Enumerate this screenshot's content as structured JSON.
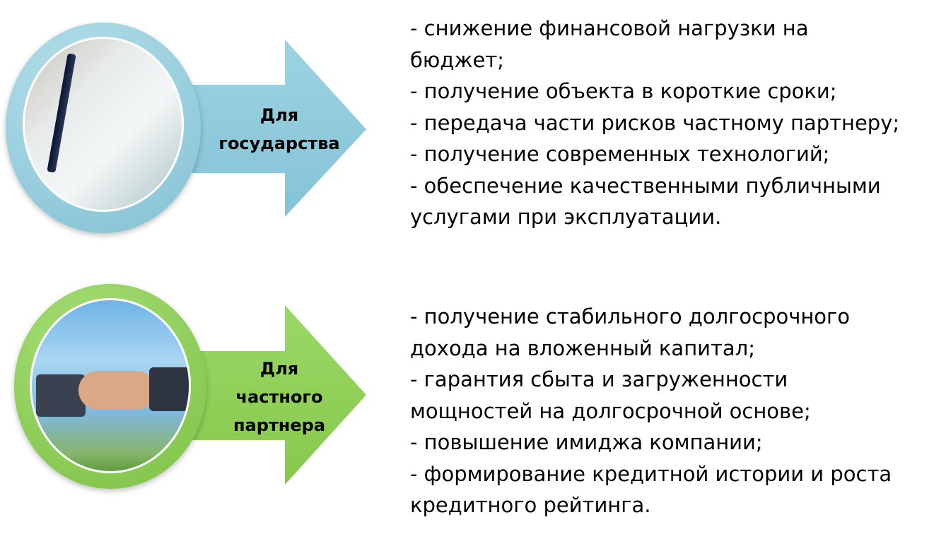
{
  "sections": [
    {
      "label": [
        "Для",
        "государства"
      ],
      "color": "#8ecadb",
      "icon": "pen-writing-photo",
      "benefits": [
        "- снижение финансовой нагрузки на бюджет;",
        "- получение объекта в короткие сроки;",
        "- передача части рисков частному партнеру;",
        "- получение современных технологий;",
        "- обеспечение качественными публичными услугами при эксплуатации."
      ]
    },
    {
      "label": [
        "Для",
        "частного",
        "партнера"
      ],
      "color": "#8fcf55",
      "icon": "handshake-photo",
      "benefits": [
        "- получение стабильного долгосрочного дохода на вложенный капитал;",
        "- гарантия сбыта и загруженности мощностей на долгосрочной основе;",
        "- повышение имиджа компании;",
        "- формирование кредитной истории и роста кредитного рейтинга."
      ]
    }
  ]
}
